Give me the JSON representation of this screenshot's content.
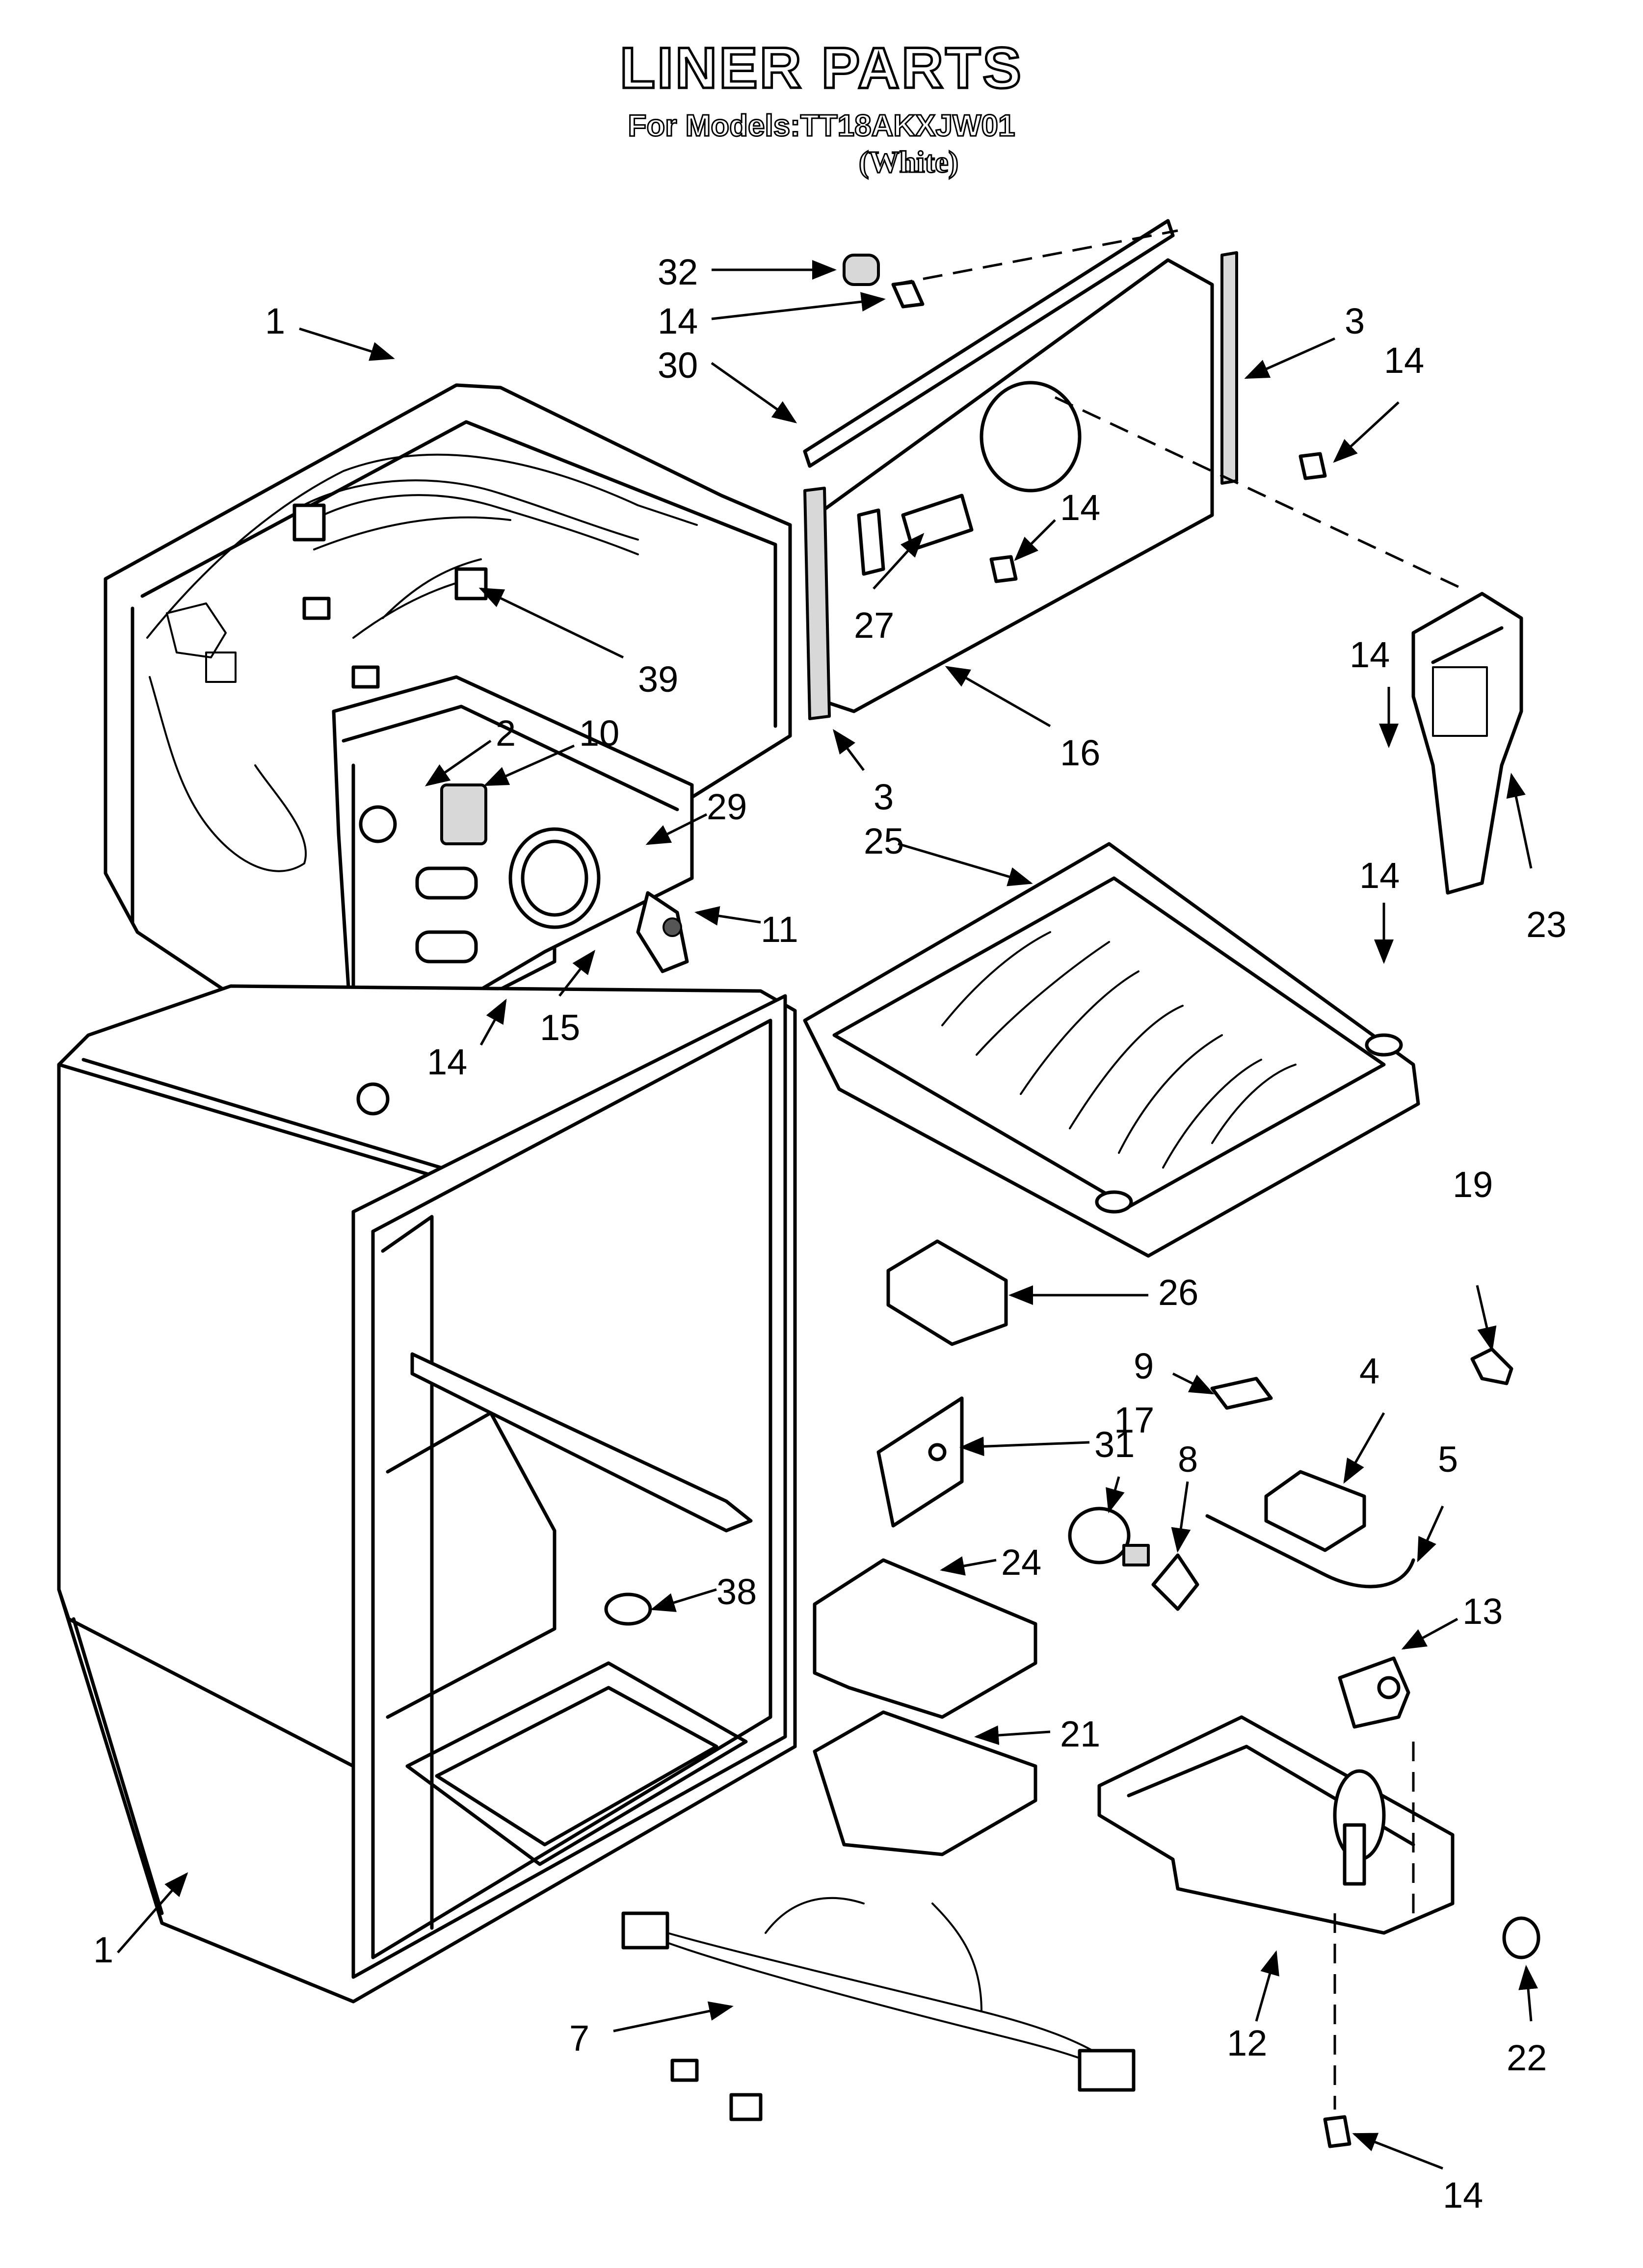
{
  "header": {
    "title": "LINER PARTS",
    "models_line": "For Models:TT18AKXJW01",
    "variant": "(White)"
  },
  "callouts": [
    {
      "id": "c-32",
      "label": "32"
    },
    {
      "id": "c-14a",
      "label": "14"
    },
    {
      "id": "c-30",
      "label": "30"
    },
    {
      "id": "c-1a",
      "label": "1"
    },
    {
      "id": "c-3a",
      "label": "3"
    },
    {
      "id": "c-14b",
      "label": "14"
    },
    {
      "id": "c-14c",
      "label": "14"
    },
    {
      "id": "c-27",
      "label": "27"
    },
    {
      "id": "c-39",
      "label": "39"
    },
    {
      "id": "c-14d",
      "label": "14"
    },
    {
      "id": "c-2",
      "label": "2"
    },
    {
      "id": "c-10",
      "label": "10"
    },
    {
      "id": "c-16",
      "label": "16"
    },
    {
      "id": "c-3b",
      "label": "3"
    },
    {
      "id": "c-29",
      "label": "29"
    },
    {
      "id": "c-25",
      "label": "25"
    },
    {
      "id": "c-23",
      "label": "23"
    },
    {
      "id": "c-14e",
      "label": "14"
    },
    {
      "id": "c-11",
      "label": "11"
    },
    {
      "id": "c-15",
      "label": "15"
    },
    {
      "id": "c-14f",
      "label": "14"
    },
    {
      "id": "c-19",
      "label": "19"
    },
    {
      "id": "c-26",
      "label": "26"
    },
    {
      "id": "c-9",
      "label": "9"
    },
    {
      "id": "c-4",
      "label": "4"
    },
    {
      "id": "c-31",
      "label": "31"
    },
    {
      "id": "c-17",
      "label": "17"
    },
    {
      "id": "c-8",
      "label": "8"
    },
    {
      "id": "c-5",
      "label": "5"
    },
    {
      "id": "c-38",
      "label": "38"
    },
    {
      "id": "c-24",
      "label": "24"
    },
    {
      "id": "c-13",
      "label": "13"
    },
    {
      "id": "c-21",
      "label": "21"
    },
    {
      "id": "c-1b",
      "label": "1"
    },
    {
      "id": "c-7",
      "label": "7"
    },
    {
      "id": "c-12",
      "label": "12"
    },
    {
      "id": "c-22",
      "label": "22"
    },
    {
      "id": "c-14g",
      "label": "14"
    }
  ]
}
